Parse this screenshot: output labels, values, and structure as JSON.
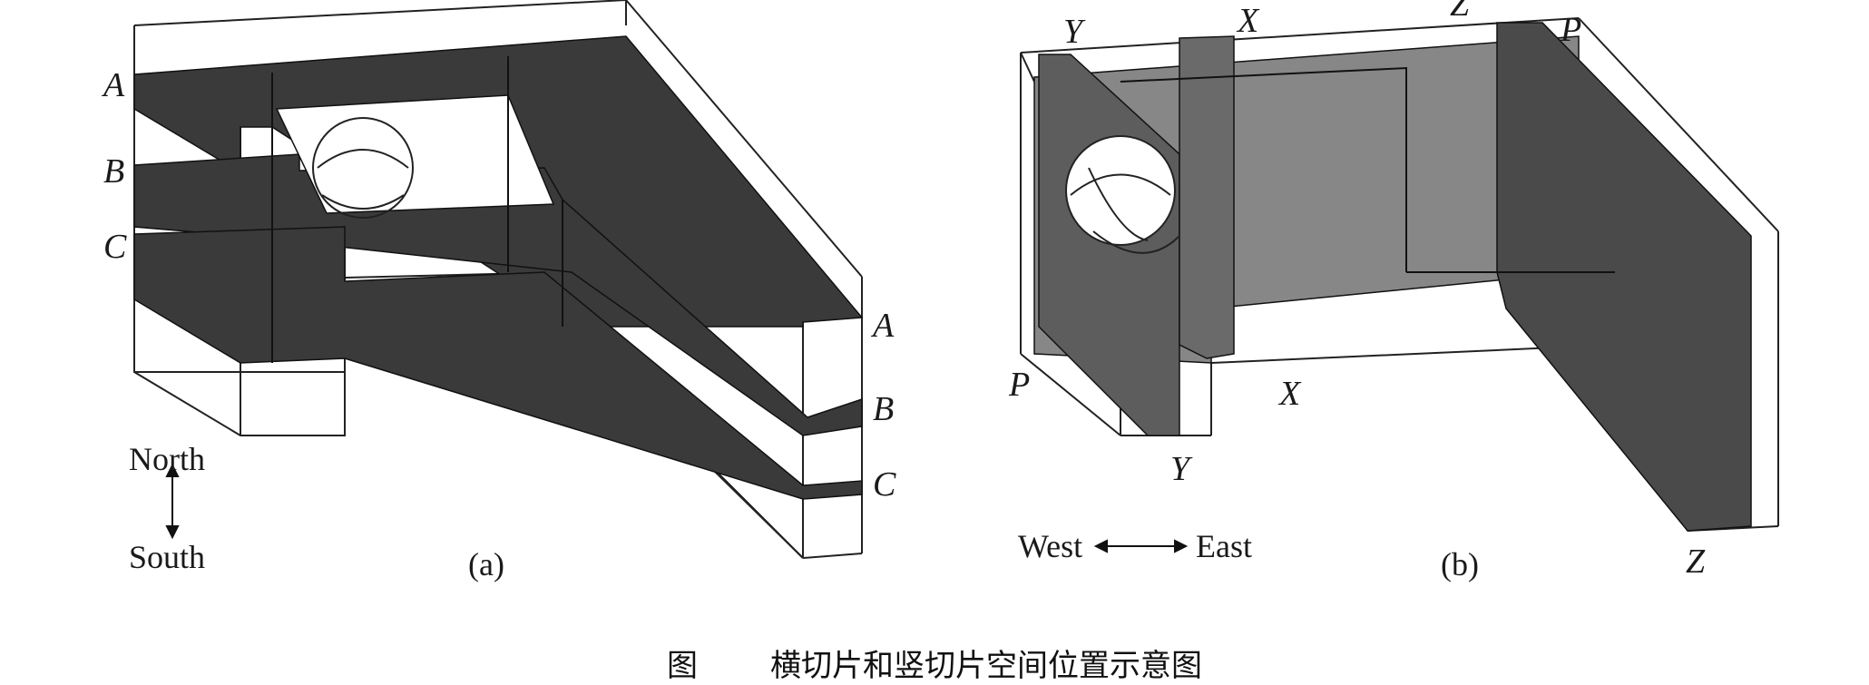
{
  "figure": {
    "caption_prefix": "图",
    "caption_text": "横切片和竖切片空间位置示意图"
  },
  "panel_a": {
    "tag": "(a)",
    "slice_labels_left": [
      "A",
      "B",
      "C"
    ],
    "slice_labels_right": [
      "A",
      "B",
      "C"
    ],
    "compass_north": "North",
    "compass_south": "South"
  },
  "panel_b": {
    "tag": "(b)",
    "top_labels": [
      "Y",
      "X",
      "Z",
      "P"
    ],
    "bottom_labels": [
      "P",
      "X",
      "Y",
      "Z"
    ],
    "compass_west": "West",
    "compass_east": "East"
  },
  "colors": {
    "slice_dark": "#3a3a3a",
    "slice_gray": "#7d7d7d",
    "outline": "#1f1f1f",
    "background": "#ffffff"
  }
}
